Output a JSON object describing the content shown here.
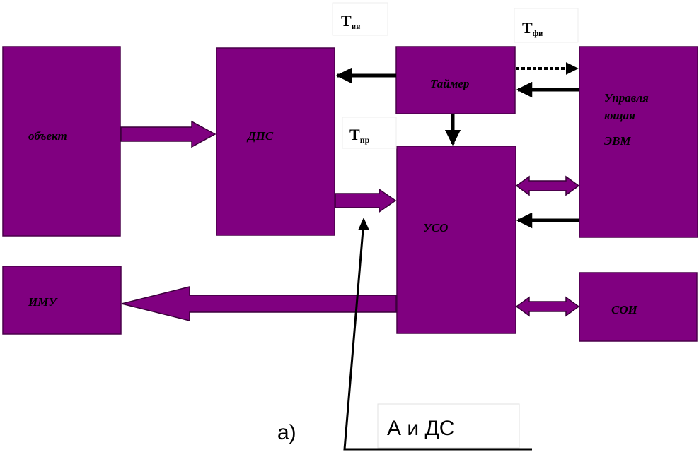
{
  "blocks": {
    "object": "объект",
    "dps": "ДПС",
    "timer": "Таймер",
    "control_computer": [
      "Управля",
      "ющая",
      "ЭВМ"
    ],
    "uso": "УСО",
    "imu": "ИМУ",
    "soi": "СОИ"
  },
  "timing_labels": {
    "t_input": {
      "main": "T",
      "sub": "вв"
    },
    "t_form": {
      "main": "T",
      "sub": "фв"
    },
    "t_conv": {
      "main": "T",
      "sub": "пр"
    }
  },
  "caption": {
    "figure_label": "а)",
    "callout": "А и ДС"
  },
  "colors": {
    "block_fill": "#800080",
    "arrow_fill": "#800080",
    "line": "#000000"
  }
}
